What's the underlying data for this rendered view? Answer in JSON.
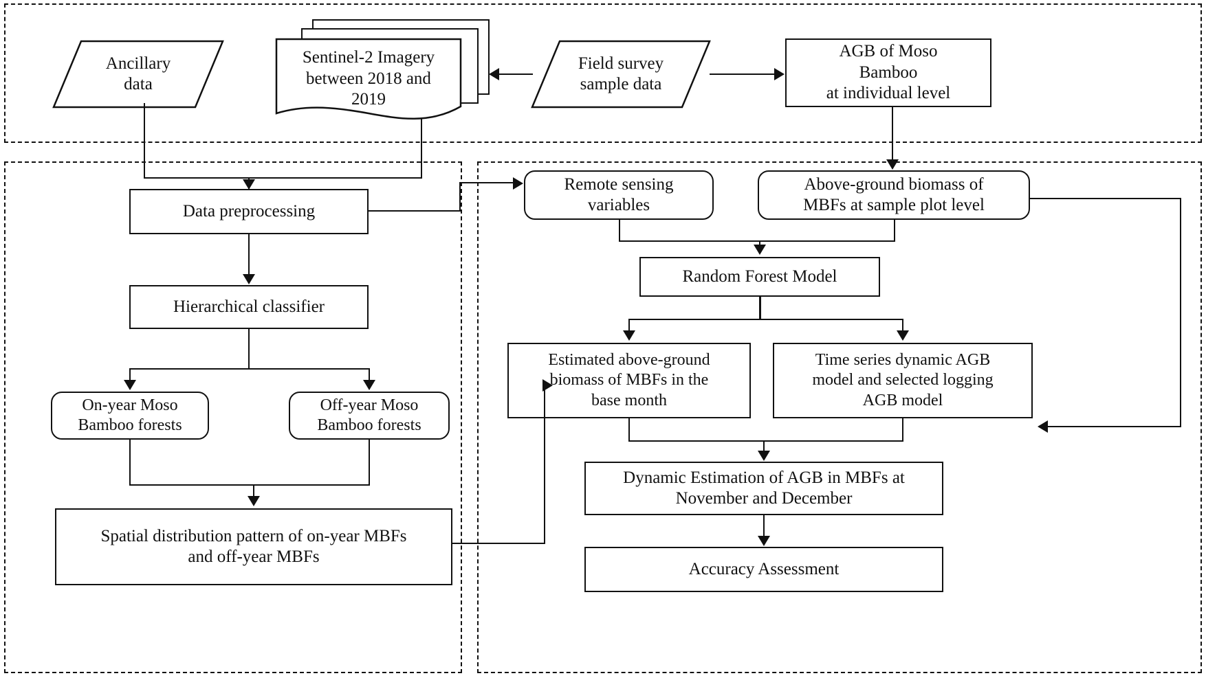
{
  "figure": {
    "type": "flowchart",
    "title": "Methodology flowchart for dynamic AGB estimation of Moso Bamboo forests"
  },
  "panels": [
    {
      "id": "data-panel",
      "name": "top-data-panel"
    },
    {
      "id": "classification-panel",
      "name": "left-classification-panel"
    },
    {
      "id": "modeling-panel",
      "name": "right-modeling-panel"
    }
  ],
  "nodes": {
    "ancillary_data": "Ancillary\ndata",
    "sentinel_imagery": "Sentinel-2  Imagery\nbetween 2018  and\n2019",
    "field_survey": "Field survey\nsample data",
    "agb_individual": "AGB of Moso\nBamboo\nat individual  level",
    "data_preprocessing": "Data preprocessing",
    "hierarchical_classifier": "Hierarchical  classifier",
    "on_year": "On-year Moso\nBamboo forests",
    "off_year": "Off-year Moso\nBamboo forests",
    "spatial_distribution": "Spatial  distribution  pattern of on-year MBFs\nand off-year MBFs",
    "remote_sensing_variables": "Remote sensing\nvariables",
    "agb_sample_plot": "Above-ground biomass of\nMBFs at sample plot level",
    "random_forest": "Random Forest Model",
    "estimated_agb_base": "Estimated above-ground\nbiomass of MBFs in the\nbase month",
    "time_series_model": "Time series dynamic AGB\nmodel and selected logging\nAGB model",
    "dynamic_estimation": "Dynamic Estimation  of AGB in MBFs at\nNovember and December",
    "accuracy_assessment": "Accuracy Assessment"
  },
  "edges": [
    {
      "from": "field_survey",
      "to": "sentinel_imagery",
      "direction": "left"
    },
    {
      "from": "field_survey",
      "to": "agb_individual",
      "direction": "right"
    },
    {
      "from": "ancillary_data",
      "to": "data_preprocessing",
      "direction": "down"
    },
    {
      "from": "sentinel_imagery",
      "to": "data_preprocessing",
      "direction": "down"
    },
    {
      "from": "agb_individual",
      "to": "agb_sample_plot",
      "direction": "down"
    },
    {
      "from": "data_preprocessing",
      "to": "hierarchical_classifier",
      "direction": "down"
    },
    {
      "from": "data_preprocessing",
      "to": "remote_sensing_variables",
      "direction": "right"
    },
    {
      "from": "hierarchical_classifier",
      "to": "on_year",
      "direction": "down"
    },
    {
      "from": "hierarchical_classifier",
      "to": "off_year",
      "direction": "down"
    },
    {
      "from": "on_year",
      "to": "spatial_distribution",
      "direction": "down"
    },
    {
      "from": "off_year",
      "to": "spatial_distribution",
      "direction": "down"
    },
    {
      "from": "spatial_distribution",
      "to": "estimated_agb_base",
      "direction": "right"
    },
    {
      "from": "remote_sensing_variables",
      "to": "random_forest",
      "direction": "down"
    },
    {
      "from": "agb_sample_plot",
      "to": "random_forest",
      "direction": "down"
    },
    {
      "from": "agb_sample_plot",
      "to": "time_series_model",
      "direction": "right"
    },
    {
      "from": "random_forest",
      "to": "estimated_agb_base",
      "direction": "down"
    },
    {
      "from": "random_forest",
      "to": "time_series_model",
      "direction": "down"
    },
    {
      "from": "estimated_agb_base",
      "to": "dynamic_estimation",
      "direction": "down"
    },
    {
      "from": "time_series_model",
      "to": "dynamic_estimation",
      "direction": "down"
    },
    {
      "from": "dynamic_estimation",
      "to": "accuracy_assessment",
      "direction": "down"
    }
  ],
  "colors": {
    "stroke": "#111111",
    "background": "#ffffff",
    "text": "#111111"
  }
}
